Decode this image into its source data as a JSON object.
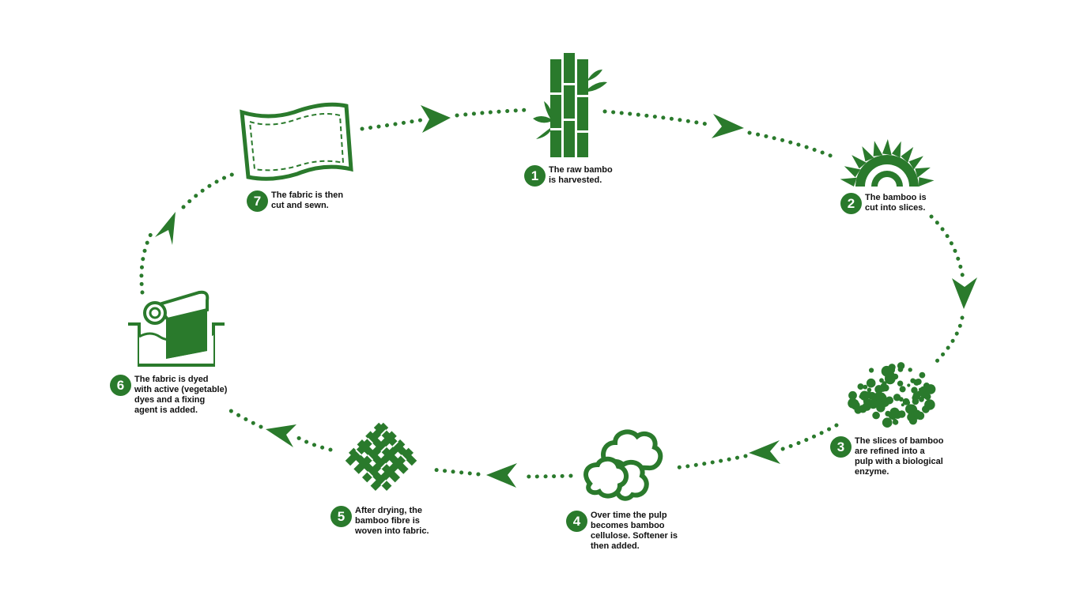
{
  "colors": {
    "accent": "#2a7a2c",
    "text": "#111111",
    "background": "#ffffff"
  },
  "steps": [
    {
      "number": "1",
      "icon": "bamboo-stalks-icon",
      "lines": [
        "The raw bambo",
        "is harvested."
      ]
    },
    {
      "number": "2",
      "icon": "circular-saw-icon",
      "lines": [
        "The bamboo is",
        "cut into slices."
      ]
    },
    {
      "number": "3",
      "icon": "pulp-particles-icon",
      "lines": [
        "The slices of bamboo",
        "are refined into a",
        "pulp with a biological",
        "enzyme."
      ]
    },
    {
      "number": "4",
      "icon": "cotton-cellulose-icon",
      "lines": [
        "Over time the pulp",
        "becomes bamboo",
        "cellulose. Softener is",
        "then added."
      ]
    },
    {
      "number": "5",
      "icon": "woven-fibre-icon",
      "lines": [
        "After drying, the",
        "bamboo fibre is",
        "woven into fabric."
      ]
    },
    {
      "number": "6",
      "icon": "dye-vat-icon",
      "lines": [
        "The fabric is dyed",
        "with active (vegetable)",
        "dyes and a fixing",
        "agent is added."
      ]
    },
    {
      "number": "7",
      "icon": "fabric-sheet-icon",
      "lines": [
        "The fabric is then",
        "cut and sewn."
      ]
    }
  ]
}
